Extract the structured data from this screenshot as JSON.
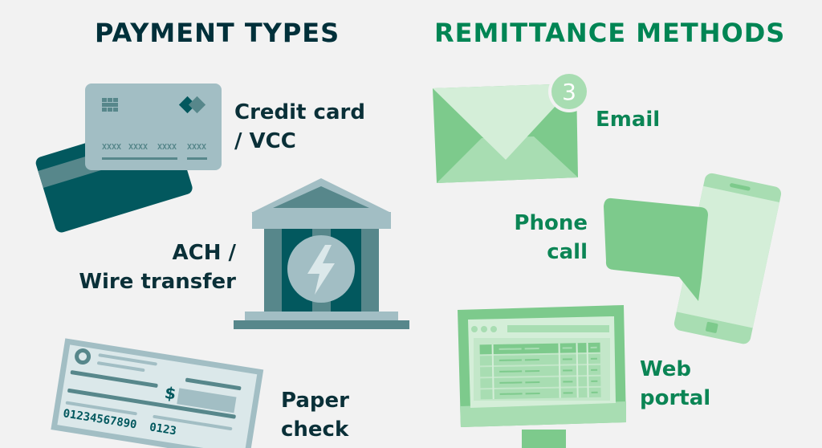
{
  "headings": {
    "payment_types": "PAYMENT TYPES",
    "remittance_methods": "REMITTANCE METHODS"
  },
  "payment_types": [
    {
      "id": "credit-card",
      "label_line1": "Credit card",
      "label_line2": "/ VCC",
      "icon": "credit-card-icon",
      "card_number_groups": [
        "XXXX",
        "XXXX",
        "XXXX",
        "XXXX"
      ]
    },
    {
      "id": "ach",
      "label_line1": "ACH /",
      "label_line2": "Wire transfer",
      "icon": "bank-lightning-icon"
    },
    {
      "id": "check",
      "label_line1": "Paper",
      "label_line2": "check",
      "icon": "paper-check-icon",
      "check_symbol": "$",
      "routing_number": "01234567890",
      "check_number": "0123"
    }
  ],
  "remittance_methods": [
    {
      "id": "email",
      "label_line1": "Email",
      "icon": "envelope-icon",
      "badge_count": "3"
    },
    {
      "id": "phone",
      "label_line1": "Phone",
      "label_line2": "call",
      "icon": "phone-chat-icon"
    },
    {
      "id": "web",
      "label_line1": "Web",
      "label_line2": "portal",
      "icon": "monitor-table-icon"
    }
  ],
  "colors": {
    "background": "#f2f2f2",
    "payment_heading": "#00303a",
    "remittance_heading": "#008554",
    "teal_dark": "#02585e",
    "teal_mid": "#57878b",
    "teal_light": "#a2bec4",
    "teal_pale": "#dbe8ea",
    "green_mid": "#7dca8c",
    "green_light": "#a8ddb2",
    "green_pale": "#d4eed8"
  }
}
